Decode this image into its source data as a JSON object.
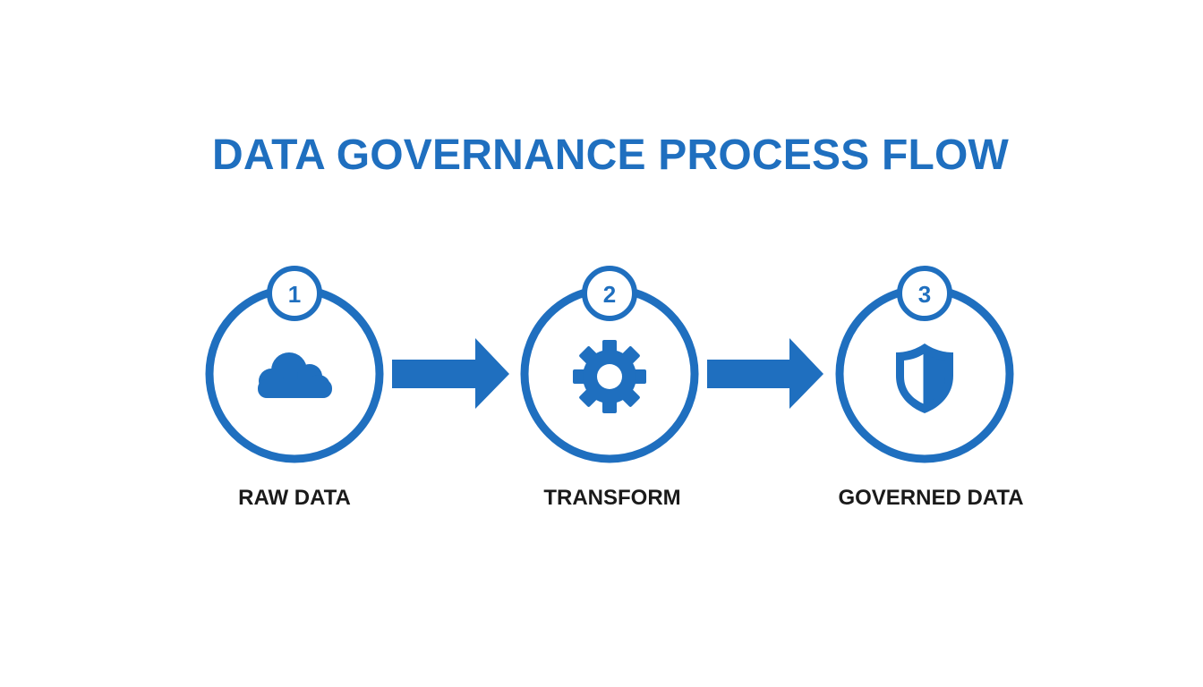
{
  "title": "DATA GOVERNANCE PROCESS FLOW",
  "colors": {
    "accent": "#1f6fbf",
    "label": "#1a1a1a",
    "background": "#ffffff"
  },
  "steps": [
    {
      "number": "1",
      "label": "RAW DATA",
      "icon": "cloud-icon"
    },
    {
      "number": "2",
      "label": "TRANSFORM",
      "icon": "gear-icon"
    },
    {
      "number": "3",
      "label": "GOVERNED DATA",
      "icon": "shield-icon"
    }
  ]
}
